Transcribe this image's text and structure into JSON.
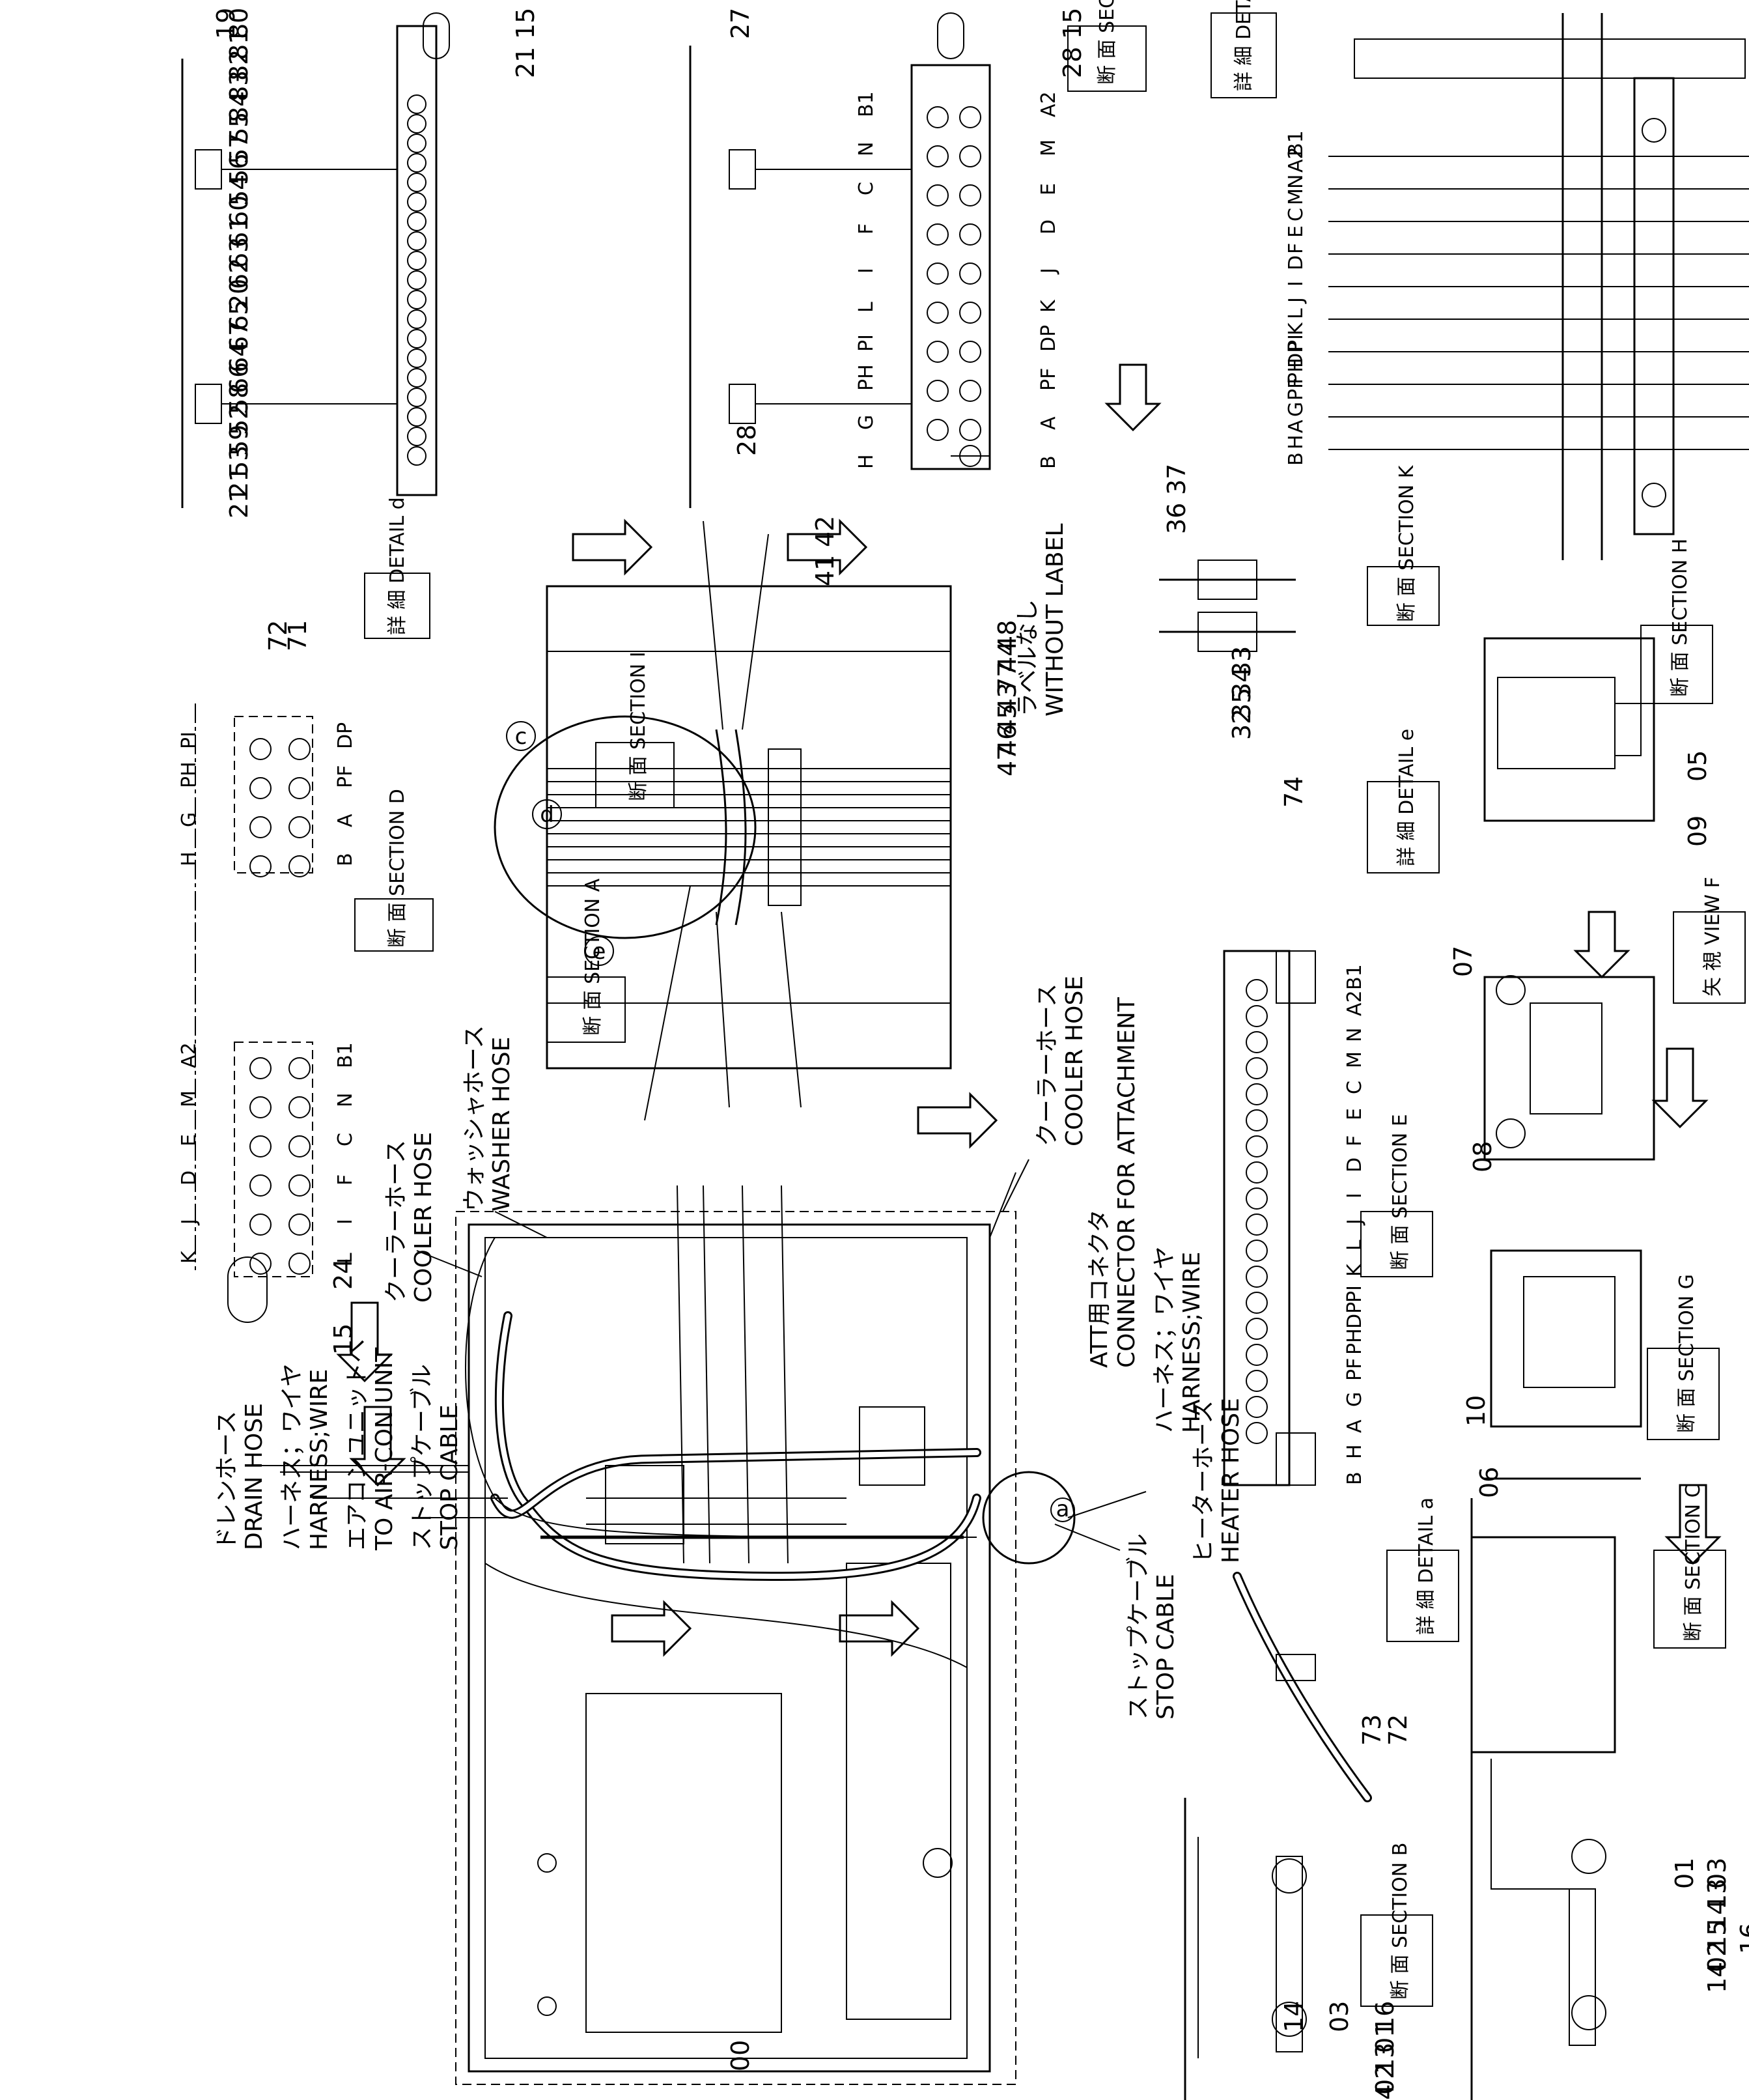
{
  "main": {
    "detail_marker_a": "a",
    "detail_marker_c": "c",
    "detail_marker_d": "d",
    "detail_marker_e": "e"
  },
  "titles": {
    "section_a": "断 面 SECTION A",
    "section_i": "断 面 SECTION I",
    "section_j": "断 面 SECTION J",
    "detail_c": "詳 細 DETAIL c",
    "section_d": "断 面 SECTION D",
    "detail_d": "詳 細 DETAIL d",
    "section_e": "断 面 SECTION E",
    "detail_e": "詳 細 DETAIL e",
    "section_k": "断 面 SECTION K",
    "section_h": "断 面 SECTION H",
    "view_f": "矢 視 VIEW F",
    "section_g": "断 面 SECTION G",
    "detail_a": "詳 細 DETAIL a",
    "section_c": "断 面 SECTION C",
    "section_b": "断 面 SECTION B"
  },
  "callouts": {
    "hoses": [
      {
        "jp": "ドレンホース",
        "en": "DRAIN HOSE"
      },
      {
        "jp": "ハーネス；ワイヤ",
        "en": "HARNESS;WIRE"
      },
      {
        "jp": "エアコンユニットへ",
        "en": "TO AIR-CON UNIT"
      },
      {
        "jp": "ストップケーブル",
        "en": "STOP CABLE"
      },
      {
        "jp": "クーラーホース",
        "en": "COOLER HOSE"
      },
      {
        "jp": "ウォッシャホース",
        "en": "WASHER HOSE"
      },
      {
        "jp": "クーラーホース",
        "en": "COOLER HOSE"
      },
      {
        "jp": "ATT用コネクタ",
        "en": "CONNECTOR FOR ATTACHMENT"
      },
      {
        "jp": "ハーネス；ワイヤ",
        "en": "HARNESS;WIRE"
      },
      {
        "jp": "ヒーターホース",
        "en": "HEATER HOSE"
      },
      {
        "jp": "ストップケーブル",
        "en": "STOP CABLE"
      },
      {
        "jp": "ラベルなし",
        "en": "WITHOUT LABEL"
      }
    ]
  },
  "part_numbers": {
    "section_i": [
      "15",
      "21",
      "19",
      "80",
      "81",
      "82",
      "83",
      "84",
      "55",
      "57",
      "56",
      "54",
      "60",
      "61",
      "63",
      "62",
      "20",
      "65",
      "67",
      "64",
      "66",
      "58",
      "52",
      "59",
      "53",
      "21",
      "21"
    ],
    "section_j": [
      "15",
      "28",
      "27",
      "28"
    ],
    "section_a": [
      "42",
      "41",
      "48",
      "44",
      "77",
      "43",
      "45",
      "46",
      "47"
    ],
    "detail_d": [
      "72",
      "71"
    ],
    "section_d": [
      "15",
      "24"
    ],
    "section_k": [
      "36",
      "37",
      "33",
      "34",
      "35",
      "32"
    ],
    "section_h": [
      "05",
      "09"
    ],
    "detail_e": [
      "74"
    ],
    "view_f": [
      "07",
      "08"
    ],
    "section_g": [
      "10",
      "06"
    ],
    "detail_a": [
      "73",
      "72"
    ],
    "section_c": [
      "16",
      "01",
      "03",
      "13",
      "14",
      "15",
      "02",
      "14"
    ],
    "section_b": [
      "14",
      "03",
      "16",
      "01",
      "13",
      "02",
      "14",
      "15"
    ],
    "main": [
      "00"
    ]
  },
  "port_letters": {
    "section_j_upper": [
      "B1",
      "N",
      "C",
      "F",
      "I",
      "L",
      "PI",
      "PH",
      "G",
      "H"
    ],
    "section_j_lower": [
      "A2",
      "M",
      "E",
      "D",
      "J",
      "K",
      "DP",
      "PF",
      "A",
      "B"
    ],
    "section_d_upper": [
      "PI",
      "PH",
      "G",
      "H"
    ],
    "section_d_upper_lower": [
      "DP",
      "PF",
      "A",
      "B"
    ],
    "section_d_lower_top": [
      "A2",
      "M",
      "E",
      "D",
      "J",
      "K"
    ],
    "section_d_lower_bottom": [
      "B1",
      "N",
      "C",
      "F",
      "I",
      "L"
    ],
    "section_e": [
      "B1",
      "A2",
      "N",
      "M",
      "C",
      "E",
      "F",
      "D",
      "I",
      "J",
      "L",
      "K",
      "PI",
      "DP",
      "PH",
      "PF",
      "G",
      "A",
      "H",
      "B"
    ],
    "detail_c": [
      "B1",
      "A2",
      "N",
      "M",
      "C",
      "E",
      "F",
      "D",
      "I",
      "J",
      "L",
      "K",
      "PI",
      "DP",
      "PH",
      "PF",
      "G",
      "A",
      "H",
      "B"
    ]
  }
}
